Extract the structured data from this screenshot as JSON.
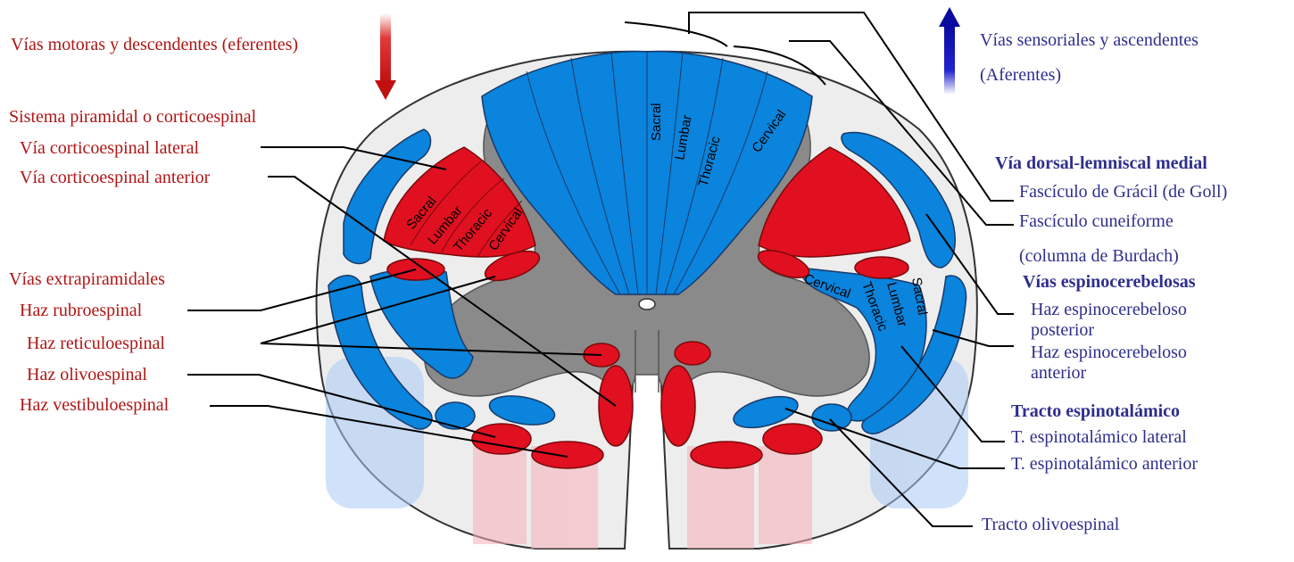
{
  "legend": {
    "efferent": "Vías motoras y descendentes (eferentes)",
    "afferent_line1": "Vías sensoriales y ascendentes",
    "afferent_line2": "(Aferentes)"
  },
  "left_labels": {
    "pyramidal_header": "Sistema piramidal o corticoespinal",
    "lateral_cst": "Vía corticoespinal lateral",
    "anterior_cst": "Vía corticoespinal anterior",
    "extrapyramidal_header": "Vías extrapiramidales",
    "rubrospinal": "Haz rubroespinal",
    "reticulospinal": "Haz reticuloespinal",
    "olivospinal": "Haz olivoespinal",
    "vestibulospinal": "Haz vestibuloespinal"
  },
  "right_labels": {
    "dcml_header": "Vía dorsal-lemniscal medial",
    "gracile": "Fascículo de Grácil (de Goll)",
    "cuneate_line1": "Fascículo cuneiforme",
    "cuneate_line2": "(columna de Burdach)",
    "spinocerebellar_header": "Vías espinocerebelosas",
    "posterior_sc_line1": "Haz espinocerebeloso",
    "posterior_sc_line2": "posterior",
    "anterior_sc_line1": "Haz espinocerebeloso",
    "anterior_sc_line2": "anterior",
    "spinothalamic_header": "Tracto espinotalámico",
    "lateral_st": "T. espinotalámico lateral",
    "anterior_st": "T. espinotalámico anterior",
    "olivospinal_tract": "Tracto olivoespinal"
  },
  "segments": {
    "sacral": "Sacral",
    "lumbar": "Lumbar",
    "thoracic": "Thoracic",
    "cervical": "Cervical"
  },
  "colors": {
    "efferent": "#e01020",
    "afferent": "#0a84dc",
    "gray_matter": "#888888",
    "white_matter": "#ededed",
    "efferent_text": "#b01515",
    "afferent_text": "#2e2e8c"
  }
}
